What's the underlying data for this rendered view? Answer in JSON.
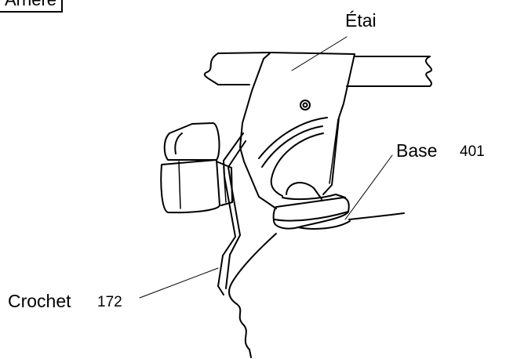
{
  "header": {
    "title": "Arrière"
  },
  "labels": {
    "stay": "Étai",
    "base_text": "Base",
    "base_number": "401",
    "hook_text": "Crochet",
    "hook_number": "172"
  },
  "colors": {
    "line": "#000000",
    "background": "#ffffff"
  }
}
